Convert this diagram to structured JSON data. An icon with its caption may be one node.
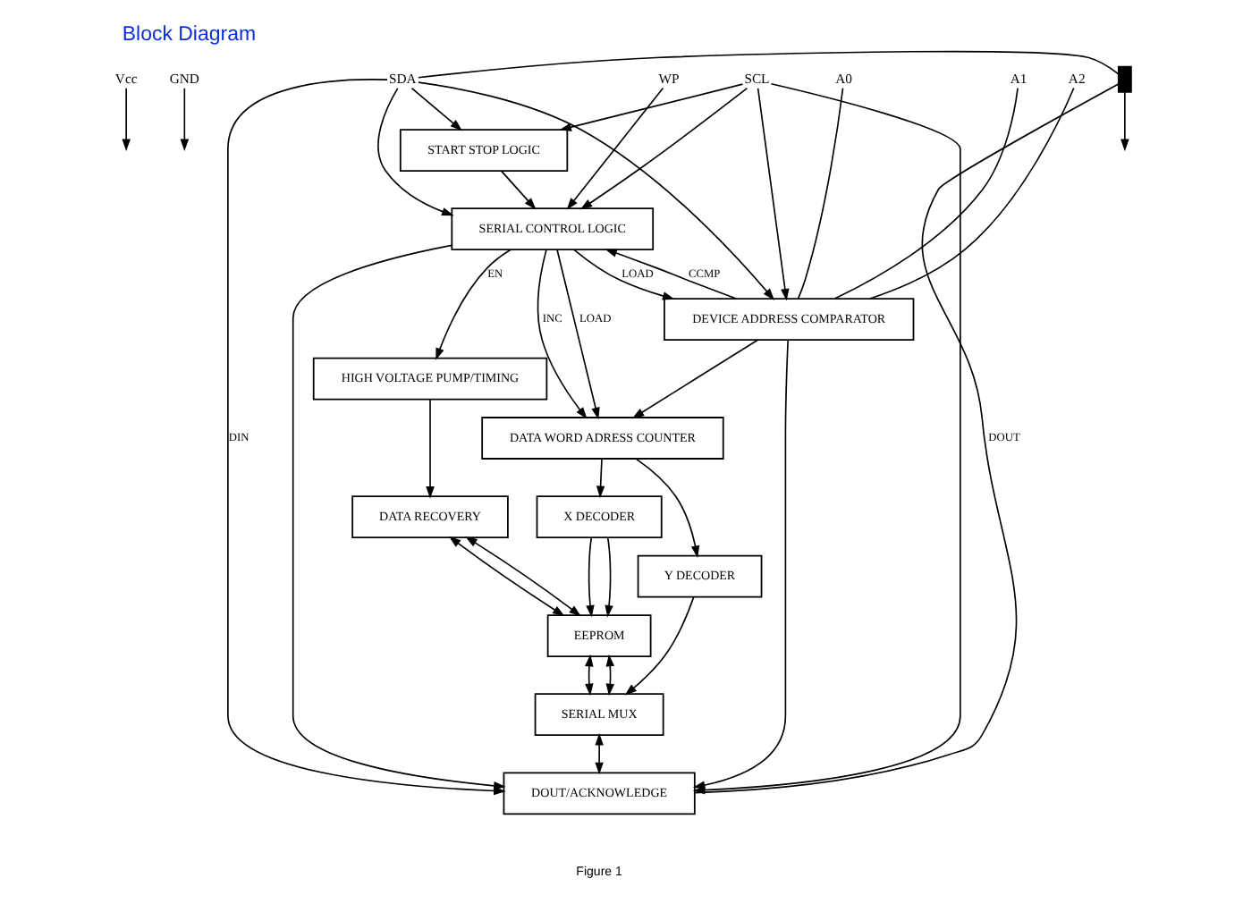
{
  "diagram": {
    "title": "Block Diagram",
    "caption": "Figure 1",
    "nodes": [
      {
        "text": [
          "Vcc"
        ]
      },
      {
        "text": [
          "GND"
        ]
      },
      {
        "text": [
          "WP"
        ]
      },
      {
        "text": [
          "SCL"
        ]
      },
      {
        "text": [
          "SDA"
        ]
      },
      {
        "text": [
          "START STOP LOGIC"
        ]
      },
      {
        "text": [
          "SERIAL CONTROL LOGIC"
        ]
      },
      {
        "text": [
          "DEVICE ADDRESS COMPARATOR"
        ]
      },
      {
        "text": [
          "A0"
        ]
      },
      {
        "text": [
          "A1"
        ]
      },
      {
        "text": [
          "A2"
        ]
      },
      {
        "text": [
          "HIGH VOLTAGE PUMP/TIMING"
        ]
      },
      {
        "text": [
          "DATA RECOVERY"
        ]
      },
      {
        "text": [
          "DATA WORD ADRESS COUNTER"
        ]
      },
      {
        "text": [
          "X DECODER"
        ]
      },
      {
        "text": [
          "EEPROM"
        ]
      },
      {
        "text": [
          "Y DECODER"
        ]
      },
      {
        "text": [
          "SERIAL MUX"
        ]
      },
      {
        "text": [
          "DOUT/ACKNOWLEDGE"
        ]
      },
      {
        "text": [],
        "shape": "transistor"
      }
    ],
    "edges": [
      {
        "from": 0,
        "to": null,
        "arrow": "to"
      },
      {
        "from": 1,
        "to": null,
        "arrow": "to"
      },
      {
        "from": 2,
        "to": 6,
        "arrow": "to"
      },
      {
        "from": 3,
        "to": 5,
        "arrow": "to"
      },
      {
        "from": 4,
        "to": 5,
        "arrow": "to"
      },
      {
        "from": 3,
        "to": 6,
        "arrow": "to"
      },
      {
        "from": 4,
        "to": 6,
        "arrow": "to"
      },
      {
        "from": 3,
        "to": 7,
        "arrow": "to"
      },
      {
        "from": 4,
        "to": 7,
        "arrow": "to"
      },
      {
        "from": 5,
        "to": 6,
        "arrow": "to"
      },
      {
        "from": 6,
        "to": 7,
        "arrow": "to",
        "label": "LOAD"
      },
      {
        "from": 7,
        "to": 6,
        "arrow": "to",
        "label": "CCMP"
      },
      {
        "from": 8,
        "to": 7,
        "arrow": "none"
      },
      {
        "from": 9,
        "to": 7,
        "arrow": "none"
      },
      {
        "from": 10,
        "to": 7,
        "arrow": "none"
      },
      {
        "from": 6,
        "to": 11,
        "arrow": "to",
        "label": "EN"
      },
      {
        "from": 6,
        "to": 13,
        "arrow": "to",
        "label": "LOAD"
      },
      {
        "from": 6,
        "to": 13,
        "arrow": "to",
        "label": "INC"
      },
      {
        "from": 7,
        "to": 13,
        "arrow": "to"
      },
      {
        "from": 11,
        "to": 12,
        "arrow": "to"
      },
      {
        "from": 12,
        "to": 15,
        "arrow": "both"
      },
      {
        "from": 12,
        "to": 15,
        "arrow": "both"
      },
      {
        "from": 13,
        "to": 14,
        "arrow": "to"
      },
      {
        "from": 14,
        "to": 15,
        "arrow": "to"
      },
      {
        "from": 14,
        "to": 15,
        "arrow": "to"
      },
      {
        "from": 13,
        "to": 16,
        "arrow": "to"
      },
      {
        "from": 16,
        "to": 17,
        "arrow": "to"
      },
      {
        "from": 15,
        "to": 17,
        "arrow": "both"
      },
      {
        "from": 15,
        "to": 17,
        "arrow": "both"
      },
      {
        "from": 17,
        "to": 18,
        "arrow": "both"
      },
      {
        "from": 6,
        "to": 18,
        "arrow": "to"
      },
      {
        "from": 7,
        "to": 18,
        "arrow": "to"
      },
      {
        "from": 4,
        "to": 18,
        "arrow": "to",
        "label": "DIN"
      },
      {
        "from": 3,
        "to": 18,
        "arrow": "to"
      },
      {
        "from": 18,
        "to": 19,
        "arrow": "none",
        "label": "DOUT"
      },
      {
        "from": 19,
        "to": 4,
        "arrow": "none"
      },
      {
        "from": 19,
        "to": null,
        "arrow": "to"
      }
    ]
  }
}
